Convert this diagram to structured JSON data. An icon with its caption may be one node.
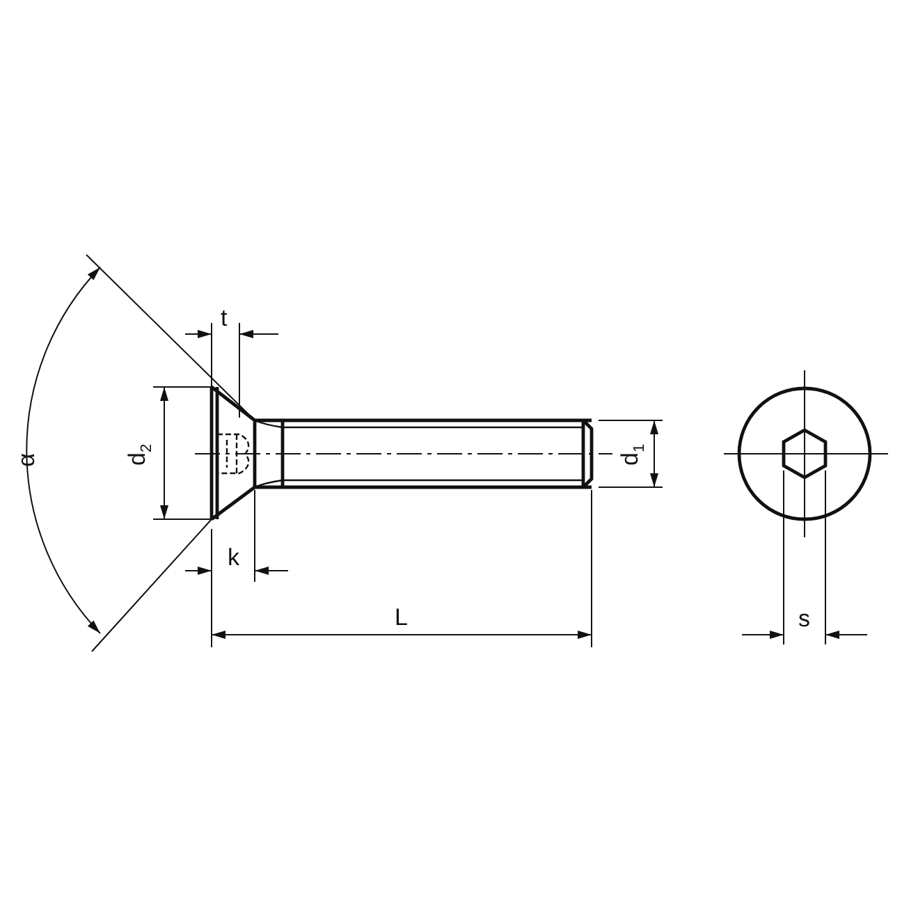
{
  "diagram": {
    "labels": [
      "t",
      "α",
      "d$_{2}$",
      "d$_{1}$",
      "k",
      "L",
      "s"
    ]
  }
}
